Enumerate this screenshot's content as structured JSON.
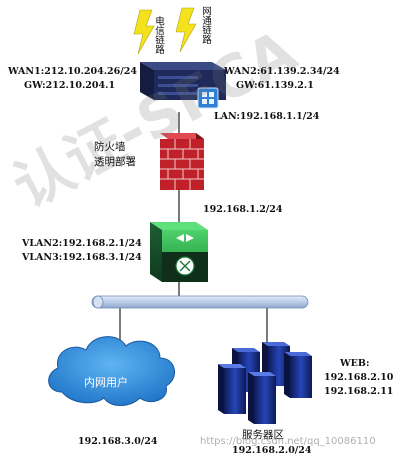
{
  "watermark": {
    "text": "认证-SFCA",
    "footer": "https://blog.csdn.net/qq_10086110"
  },
  "links": {
    "telecom": "电信链路",
    "netcom": "网通链路"
  },
  "router": {
    "wan1": "WAN1:212.10.204.26/24",
    "gw1": "GW:212.10.204.1",
    "wan2": "WAN2:61.139.2.34/24",
    "gw2": "GW:61.139.2.1",
    "lan": "LAN:192.168.1.1/24"
  },
  "firewall": {
    "line1": "防火墙",
    "line2": "透明部署"
  },
  "switch": {
    "uplink_ip": "192.168.1.2/24",
    "vlan2": "VLAN2:192.168.2.1/24",
    "vlan3": "VLAN3:192.168.3.1/24"
  },
  "intranet": {
    "label": "内网用户",
    "subnet": "192.168.3.0/24"
  },
  "servers": {
    "label": "服务器区",
    "subnet": "192.168.2.0/24",
    "web_title": "WEB:",
    "web_ip1": "192.168.2.10",
    "web_ip2": "192.168.2.11"
  },
  "colors": {
    "router_body": "#1f2a5a",
    "firewall_red": "#c0202a",
    "switch_green": "#22a045",
    "cloud_blue": "#2a86d8",
    "bus_blue": "#b9cce8",
    "lightning_yellow": "#f3e21c"
  }
}
